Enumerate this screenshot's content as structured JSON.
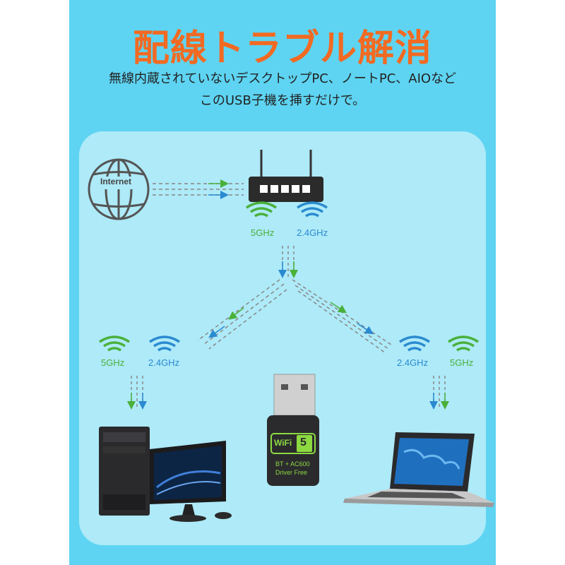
{
  "title": "配線トラブル解消",
  "subtitle_line1": "無線内蔵されていないデスクトップPC、ノートPC、AIOなど",
  "subtitle_line2": "このUSB子機を挿すだけで。",
  "globe_label": "Internet",
  "band_5": "5GHz",
  "band_24": "2.4GHz",
  "adapter": {
    "logo_text": "WiFi",
    "logo_number": "5",
    "line1": "BT + AC600",
    "line2": "Driver Free"
  },
  "colors": {
    "title": "#f26a22",
    "panel": "#5ed4f2",
    "inner_panel": "#aeeaf8",
    "green": "#4ab03a",
    "blue": "#2a8ad0"
  }
}
